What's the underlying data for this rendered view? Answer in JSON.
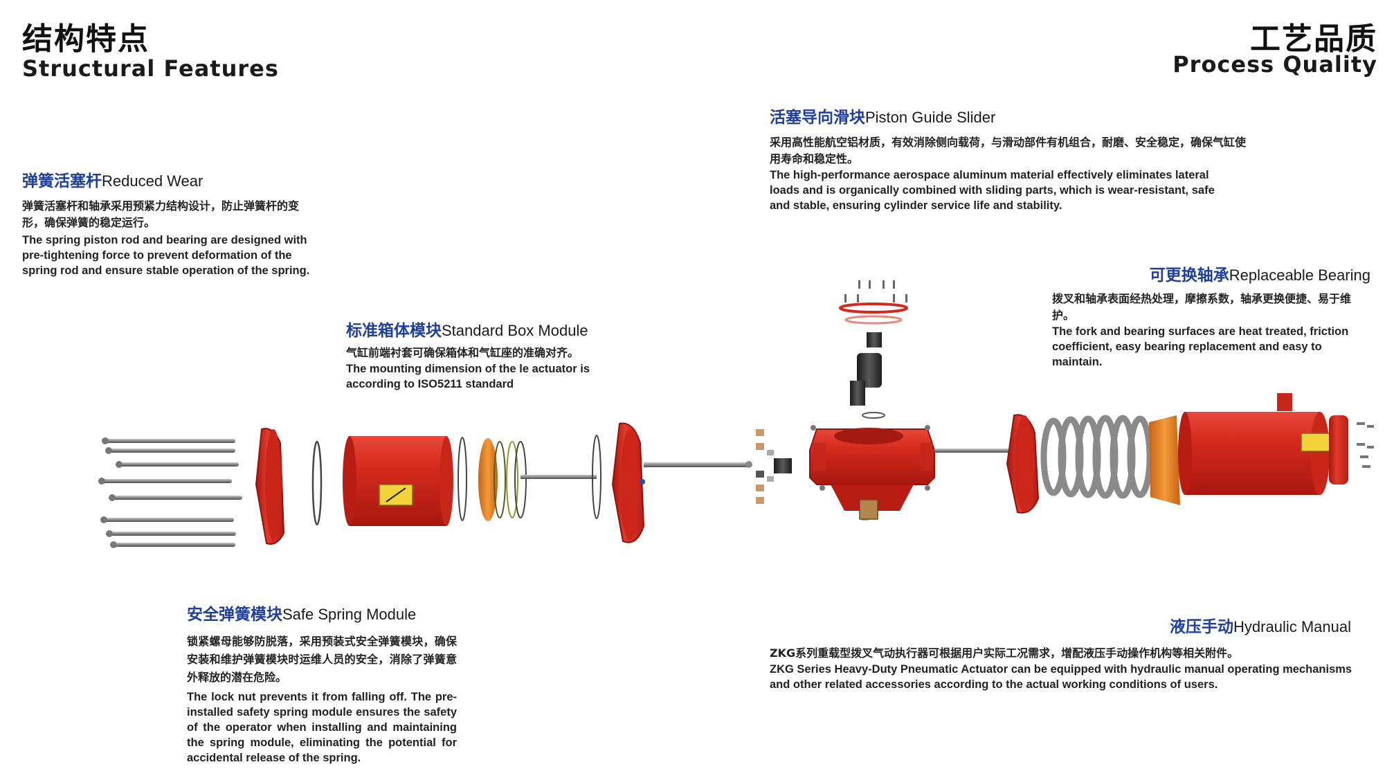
{
  "header": {
    "left_cn": "结构特点",
    "left_en": "Structural Features",
    "right_cn": "工艺品质",
    "right_en": "Process Quality"
  },
  "sections": {
    "spring_rod": {
      "title_cn": "弹簧活塞杆",
      "title_en": "Reduced Wear",
      "body_cn": "弹簧活塞杆和轴承采用预紧力结构设计，防止弹簧杆的变形，确保弹簧的稳定运行。",
      "body_en": "The spring piston rod and bearing are designed with pre-tightening force to prevent deformation of the spring rod and ensure stable operation of the spring."
    },
    "box_module": {
      "title_cn": "标准箱体模块",
      "title_en": "Standard Box Module",
      "body_cn": "气缸前端衬套可确保箱体和气缸座的准确对齐。",
      "body_en": "The mounting dimension of the le actuator is according to ISO5211 standard"
    },
    "safe_spring": {
      "title_cn": "安全弹簧模块",
      "title_en": "Safe Spring Module",
      "body_cn": "锁紧螺母能够防脱落，采用预装式安全弹簧模块，确保安装和维护弹簧模块时运维人员的安全，消除了弹簧意外释放的潜在危险。",
      "body_en": "The lock nut prevents it from falling off. The pre-installed safety spring module ensures the safety of the operator when installing and maintaining the spring module, eliminating the potential for accidental release of the spring."
    },
    "piston_guide": {
      "title_cn": "活塞导向滑块",
      "title_en": "Piston Guide Slider",
      "body_cn": "采用高性能航空铝材质，有效消除侧向载荷，与滑动部件有机组合，耐磨、安全稳定，确保气缸使用寿命和稳定性。",
      "body_en": "The high-performance aerospace aluminum material effectively eliminates lateral loads and is organically combined with sliding parts, which is wear-resistant, safe and stable, ensuring cylinder service life and stability."
    },
    "bearing": {
      "title_cn": "可更换轴承",
      "title_en": "Replaceable Bearing",
      "body_cn": "拨叉和轴承表面经热处理，摩擦系数，轴承更换便捷、易于维护。",
      "body_en": "The fork and bearing surfaces are heat treated, friction coefficient, easy bearing replacement and easy to maintain."
    },
    "hydraulic": {
      "title_cn": "液压手动",
      "title_en": "Hydraulic Manual",
      "body_cn": "ZKG系列重载型拨叉气动执行器可根据用户实际工况需求，增配液压手动操作机构等相关附件。",
      "body_en": "ZKG Series Heavy-Duty Pneumatic Actuator can be equipped with hydraulic manual operating mechanisms and other related accessories according to the actual working conditions of users."
    }
  },
  "colors": {
    "accent_blue": "#1f3f9e",
    "actuator_red": "#d42a1e",
    "spring_orange": "#e8862a"
  }
}
